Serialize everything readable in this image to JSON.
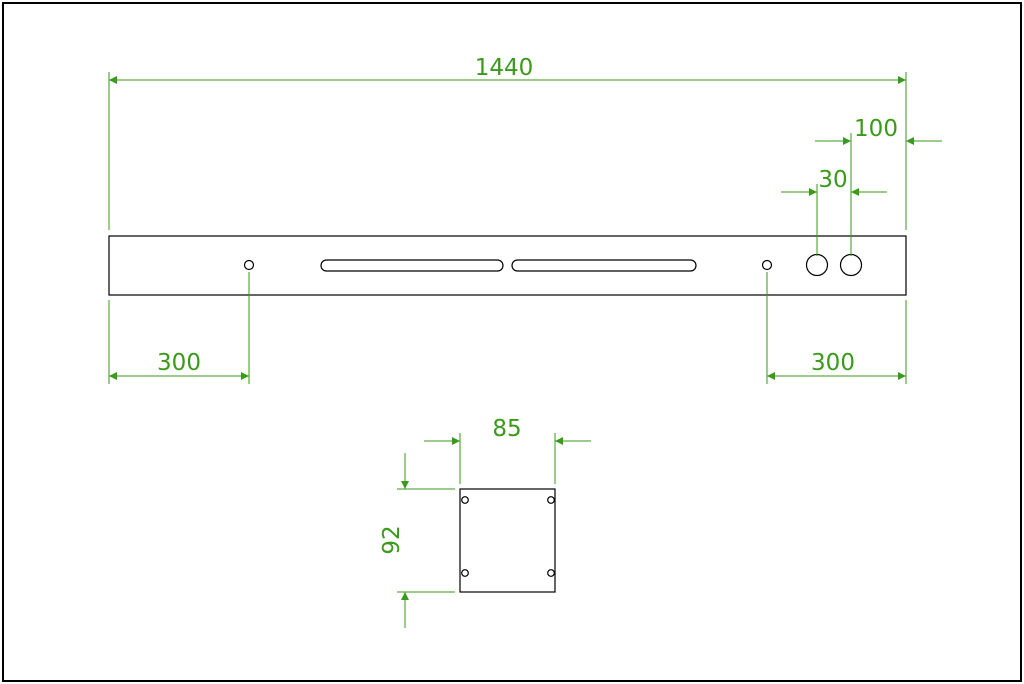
{
  "drawing": {
    "dimension_color": "#3a9a1a",
    "line_color": "#000000",
    "dimensions": {
      "overall_length": "1440",
      "hole_offset_right": "100",
      "hole_spacing": "30",
      "left_hole_offset": "300",
      "right_hole_offset": "300",
      "plate_width": "85",
      "plate_height": "92"
    }
  }
}
